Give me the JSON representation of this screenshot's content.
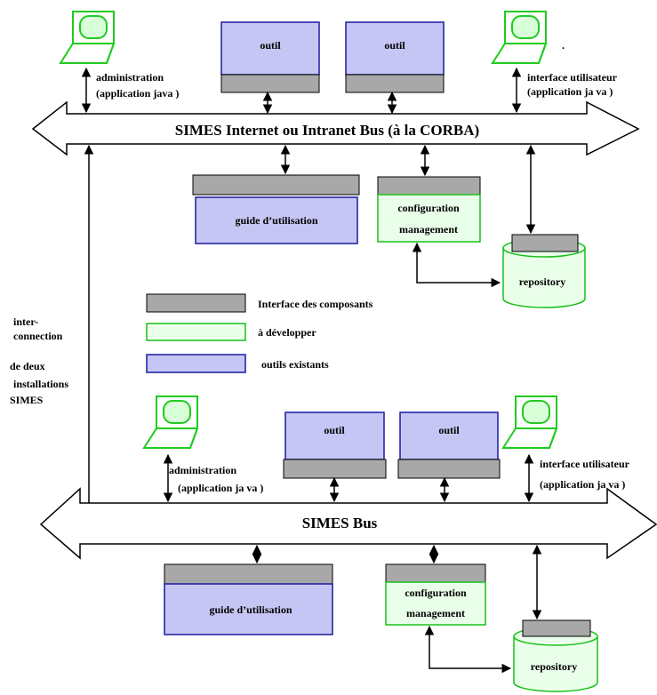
{
  "colors": {
    "outil_fill": "#c6c6f4",
    "outil_stroke": "#1a1aa0",
    "interface_fill": "#a8a8a8",
    "dev_fill": "#eaffea",
    "dev_stroke": "#18c018",
    "computer_stroke": "#1fcb1f",
    "computer_fill": "#d9ffd9",
    "line": "#000000"
  },
  "top": {
    "bus_label": "SIMES Internet ou Intranet Bus (à la CORBA)",
    "outil_1": "outil",
    "outil_2": "outil",
    "admin_line1": "administration",
    "admin_line2": "(application java )",
    "user_line1": "interface utilisateur",
    "user_line2": "(application ja va )",
    "dot": ".",
    "guide_label": "guide d’utilisation",
    "config_line1": "configuration",
    "config_line2": "management",
    "repository_label": "repository"
  },
  "legend": {
    "interface_label": "Interface  des composants",
    "develop_label": "à développer",
    "existing_label": "outils existants"
  },
  "interconnection": {
    "line1": "inter-",
    "line2": "connection",
    "line3": "de deux",
    "line4": "installations",
    "line5": "SIMES"
  },
  "bottom": {
    "bus_label": "SIMES  Bus",
    "outil_1": "outil",
    "outil_2": "outil",
    "admin_line1": "administration",
    "admin_line2": "(application ja va )",
    "user_line1": "interface utilisateur",
    "user_line2": "(application ja va )",
    "guide_label": "guide d’utilisation",
    "config_line1": "configuration",
    "config_line2": "management",
    "repository_label": "repository"
  }
}
